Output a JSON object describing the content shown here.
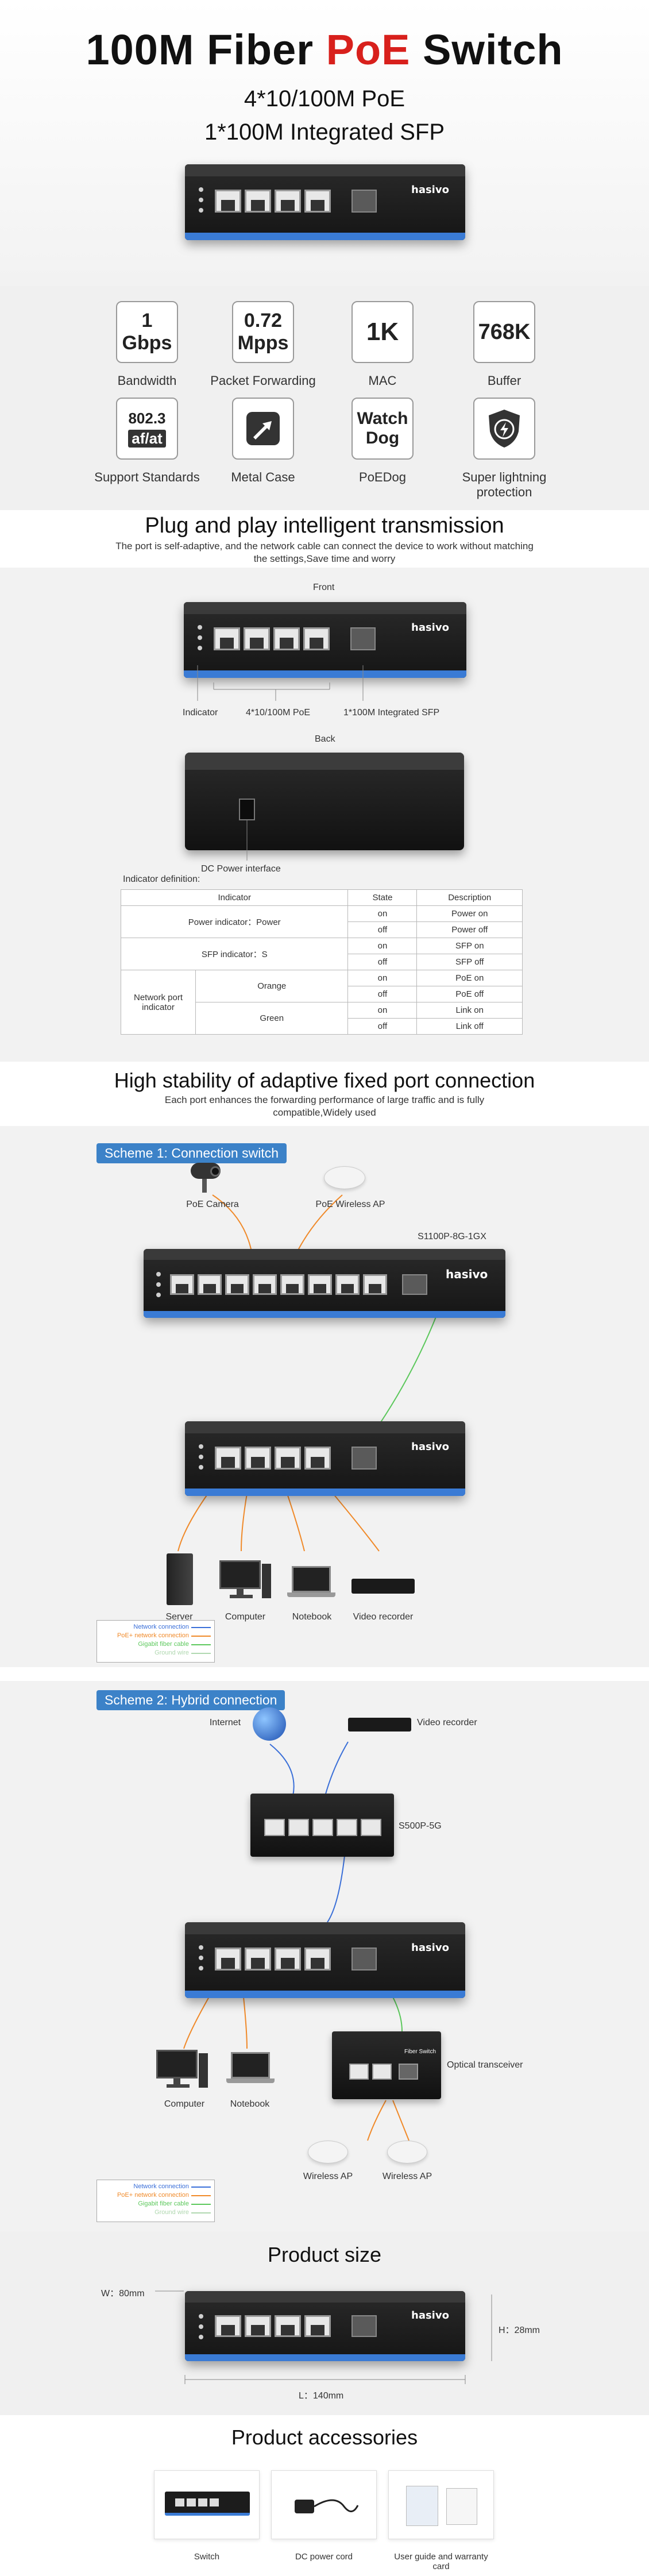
{
  "hero": {
    "title_pre": "100M Fiber ",
    "title_red": "PoE",
    "title_post": " Switch",
    "subtitle1": "4*10/100M PoE",
    "subtitle2": "1*100M Integrated SFP",
    "brand": "hasivo",
    "accent_red": "#d8201c"
  },
  "features": [
    {
      "icon_line1": "1",
      "icon_line2": "Gbps",
      "label": "Bandwidth"
    },
    {
      "icon_line1": "0.72",
      "icon_line2": "Mpps",
      "label": "Packet Forwarding"
    },
    {
      "icon_line1": "1K",
      "icon_line2": "",
      "label": "MAC"
    },
    {
      "icon_line1": "768K",
      "icon_line2": "",
      "label": "Buffer"
    },
    {
      "icon_line1": "802.3",
      "icon_line2": "af/at",
      "label": "Support Standards"
    },
    {
      "icon_line1": "",
      "icon_line2": "",
      "label": "Metal Case",
      "icon": "metal-case-icon"
    },
    {
      "icon_line1": "Watch",
      "icon_line2": "Dog",
      "label": "PoEDog"
    },
    {
      "icon_line1": "",
      "icon_line2": "",
      "label": "Super lightning protection",
      "icon": "lightning-shield-icon"
    }
  ],
  "plug": {
    "title": "Plug and play intelligent transmission",
    "desc": "The port is self-adaptive, and the network cable can connect the device to work without matching the settings,Save time and worry",
    "front_label": "Front",
    "back_label": "Back",
    "indicator_label": "Indicator",
    "poe_label": "4*10/100M PoE",
    "sfp_label": "1*100M Integrated SFP",
    "dc_label": "DC Power interface",
    "table_title": "Indicator definition:",
    "table_head": {
      "indicator": "Indicator",
      "state": "State",
      "description": "Description"
    },
    "power_indicator": "Power indicator：Power",
    "sfp_indicator": "SFP indicator：S",
    "network_indicator": "Network port indicator",
    "orange": "Orange",
    "green": "Green",
    "on": "on",
    "off": "off",
    "power_on": "Power on",
    "power_off": "Power off",
    "sfp_on": "SFP on",
    "sfp_off": "SFP off",
    "poe_on": "PoE on",
    "poe_off": "PoE off",
    "link_on": "Link on",
    "link_off": "Link off"
  },
  "stability": {
    "title": "High stability of adaptive fixed port connection",
    "desc": "Each port enhances the forwarding performance of large traffic and is fully compatible,Widely used"
  },
  "scheme1": {
    "pill": "Scheme 1: Connection switch",
    "camera": "PoE Camera",
    "ap": "PoE Wireless AP",
    "model": "S1100P-8G-1GX",
    "server": "Server",
    "computer": "Computer",
    "notebook": "Notebook",
    "recorder": "Video recorder"
  },
  "scheme2": {
    "pill": "Scheme 2: Hybrid connection",
    "internet": "Internet",
    "recorder": "Video recorder",
    "model": "S500P-5G",
    "computer": "Computer",
    "notebook": "Notebook",
    "optical": "Optical transceiver",
    "fiber_switch": "Fiber Switch",
    "wap1": "Wireless AP",
    "wap2": "Wireless AP"
  },
  "legend": {
    "network": "Network connection",
    "poe": "PoE+ network connection",
    "fiber": "Gigabit fiber cable",
    "ground": "Ground wire",
    "colors": {
      "network": "#3a6fd8",
      "poe": "#f08a2a",
      "fiber": "#5cc85c",
      "ground": "#b0d8b0"
    }
  },
  "size": {
    "title": "Product size",
    "w": "W：80mm",
    "h": "H：28mm",
    "l": "L：140mm"
  },
  "accessories": {
    "title": "Product accessories",
    "items": [
      "Switch",
      "DC power cord",
      "User guide and warranty card"
    ]
  }
}
